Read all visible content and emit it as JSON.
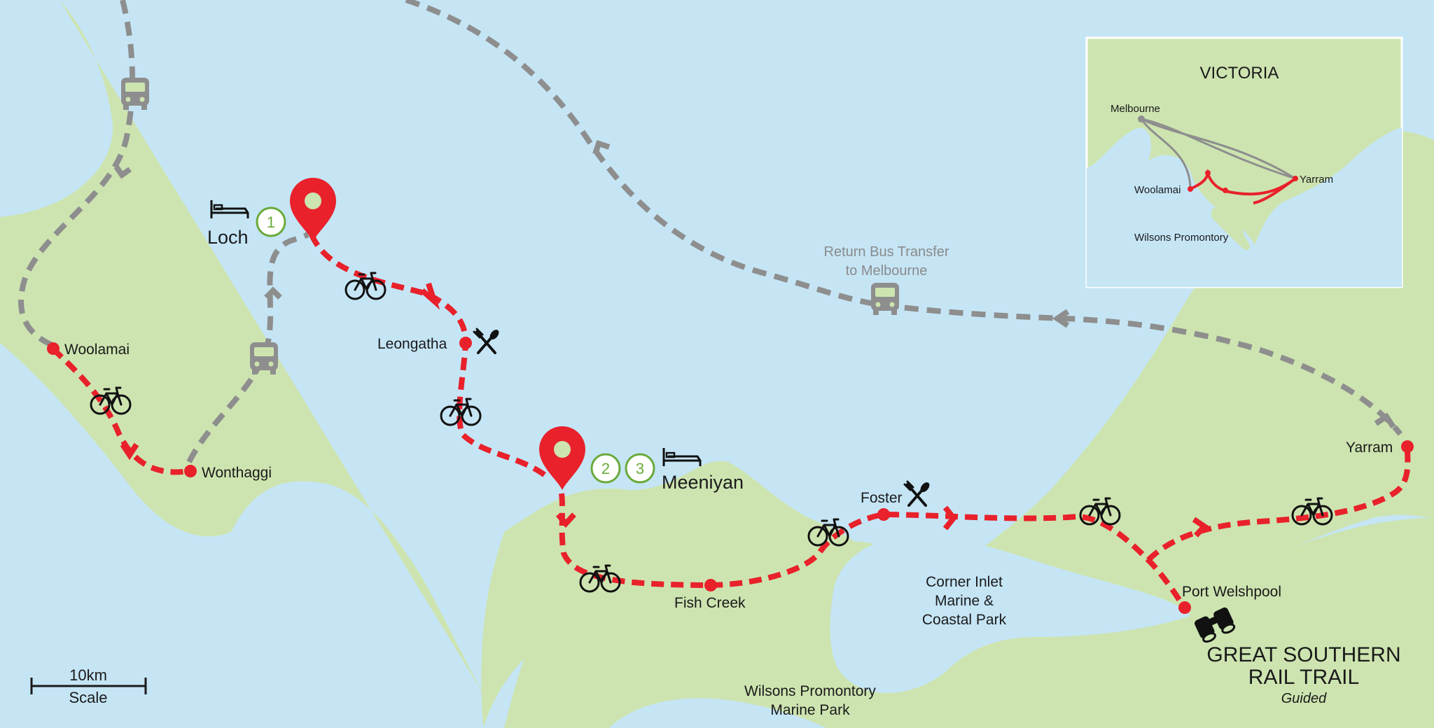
{
  "title": {
    "line1": "GREAT SOUTHERN",
    "line2": "RAIL TRAIL",
    "subtitle": "Guided"
  },
  "colors": {
    "water": "#c5e5f5",
    "land": "#cde4b0",
    "route": "#e8212b",
    "bus_route": "#8e8e8e",
    "badge": "#6aaa3a"
  },
  "towns": {
    "woolamai": "Woolamai",
    "wonthaggi": "Wonthaggi",
    "loch": "Loch",
    "leongatha": "Leongatha",
    "meeniyan": "Meeniyan",
    "fish_creek": "Fish Creek",
    "foster": "Foster",
    "port_welshpool": "Port Welshpool",
    "yarram": "Yarram"
  },
  "stays": {
    "loch": "1",
    "meeniyan_a": "2",
    "meeniyan_b": "3"
  },
  "parks": {
    "corner_inlet": {
      "line1": "Corner Inlet",
      "line2": "Marine &",
      "line3": "Coastal Park"
    },
    "wilsons_marine": {
      "line1": "Wilsons Promontory",
      "line2": "Marine Park"
    }
  },
  "bus_transfer": {
    "line1": "Return Bus Transfer",
    "line2": "to Melbourne"
  },
  "scale": {
    "distance": "10km",
    "label": "Scale"
  },
  "inset": {
    "title": "VICTORIA",
    "melbourne": "Melbourne",
    "yarram": "Yarram",
    "woolamai": "Woolamai",
    "wilsons_promontory": "Wilsons Promontory"
  },
  "icons": {
    "marker": "location-pin-icon",
    "bike": "bicycle-icon",
    "bus": "bus-icon",
    "bed": "bed-icon",
    "food": "fork-knife-icon",
    "binoculars": "binoculars-icon"
  }
}
